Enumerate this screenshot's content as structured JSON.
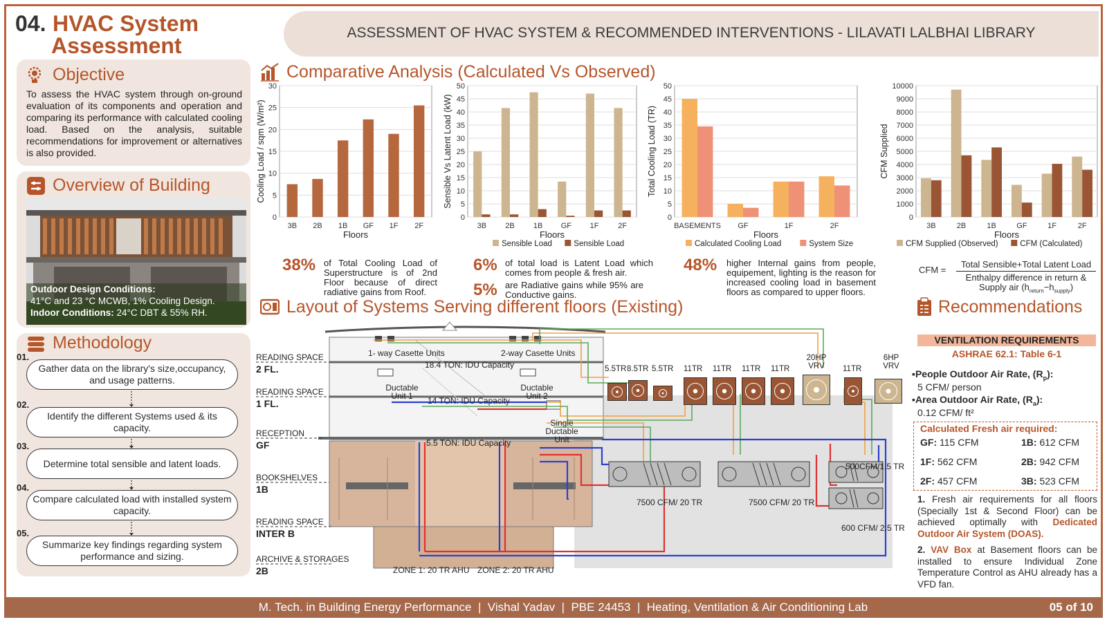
{
  "header": {
    "num": "04.",
    "title_line1": "HVAC System",
    "title_line2": "Assessment",
    "banner": "ASSESSMENT OF HVAC SYSTEM & RECOMMENDED INTERVENTIONS - LILAVATI LALBHAI LIBRARY"
  },
  "objective": {
    "title": "Objective",
    "text": "To assess the HVAC system through on-ground evaluation of its components and operation and comparing its performance with calculated cooling load. Based on the analysis, suitable recommendations for improvement or alternatives is also provided."
  },
  "overview": {
    "title": "Overview of Building",
    "outdoor_label": "Outdoor Design Conditions:",
    "outdoor_value": "41°C and 23 °C MCWB, 1% Cooling Design.",
    "indoor_label": "Indoor Conditions:",
    "indoor_value": "24°C DBT & 55% RH."
  },
  "methodology": {
    "title": "Methodology",
    "steps": [
      {
        "num": "01.",
        "text": "Gather data on the library's size,occupancy, and usage patterns."
      },
      {
        "num": "02.",
        "text": "Identify the different Systems used & its capacity."
      },
      {
        "num": "03.",
        "text": "Determine total sensible and latent loads."
      },
      {
        "num": "04.",
        "text": "Compare calculated load with installed system capacity."
      },
      {
        "num": "05.",
        "text": "Summarize key findings regarding system performance and sizing."
      }
    ]
  },
  "comparative": {
    "title": "Comparative Analysis (Calculated Vs Observed)",
    "stats": [
      {
        "big": "38%",
        "text": "of Total Cooling Load of Superstructure is of 2nd Floor because of direct radiative gains from Roof."
      },
      {
        "big": "6%",
        "text": "of total load is Latent Load which comes from people & fresh air."
      },
      {
        "big": "5%",
        "text": "are Radiative gains while 95% are Conductive gains."
      },
      {
        "big": "48%",
        "text": "higher Internal gains from people, equipement, lighting is the reason for increased cooling load in basement floors as compared to upper floors."
      }
    ],
    "cfm_formula": {
      "lhs": "CFM =",
      "num": "Total Sensible+Total Latent Load",
      "den1": "Enthalpy difference in return &",
      "den2": "Supply air (h",
      "sub1": "return",
      "sub2": "supply"
    }
  },
  "chart_data": [
    {
      "type": "bar",
      "ylabel": "Cooling Load / sqm (W/m²)",
      "xlabel": "Floors",
      "ylim": [
        0,
        30
      ],
      "yticks": [
        0,
        5,
        10,
        15,
        20,
        25,
        30
      ],
      "categories": [
        "3B",
        "2B",
        "1B",
        "GF",
        "1F",
        "2F"
      ],
      "series": [
        {
          "values": [
            7.5,
            8.7,
            17.5,
            22.3,
            19,
            25.5
          ],
          "color": "#b5673e"
        }
      ]
    },
    {
      "type": "bar",
      "ylabel": "Sensible Vs Latent Load (kW)",
      "xlabel": "Floors",
      "ylim": [
        0,
        50
      ],
      "yticks": [
        0,
        5,
        10,
        15,
        20,
        25,
        30,
        35,
        40,
        45,
        50
      ],
      "categories": [
        "3B",
        "2B",
        "1B",
        "GF",
        "1F",
        "2F"
      ],
      "series": [
        {
          "name": "Sensible Load",
          "values": [
            25,
            41.5,
            47.5,
            13.5,
            47,
            41.5
          ],
          "color": "#cdb58f"
        },
        {
          "name": "Sensible Load",
          "values": [
            1,
            1,
            3,
            0.5,
            2.5,
            2.5
          ],
          "color": "#9a5535"
        }
      ]
    },
    {
      "type": "bar",
      "ylabel": "Total Cooling Load (TR)",
      "xlabel": "Floors",
      "ylim": [
        0,
        50
      ],
      "yticks": [
        0,
        5,
        10,
        15,
        20,
        25,
        30,
        35,
        40,
        45,
        50
      ],
      "categories": [
        "BASEMENTS",
        "GF",
        "1F",
        "2F"
      ],
      "series": [
        {
          "name": "Calculated Cooling Load",
          "values": [
            45,
            5,
            13.5,
            15.5
          ],
          "color": "#f6b15e"
        },
        {
          "name": "System Size",
          "values": [
            34.5,
            3.5,
            13.5,
            12
          ],
          "color": "#ef9177"
        }
      ]
    },
    {
      "type": "bar",
      "ylabel": "CFM Supplied",
      "xlabel": "Floors",
      "ylim": [
        0,
        10000
      ],
      "yticks": [
        0,
        1000,
        2000,
        3000,
        4000,
        5000,
        6000,
        7000,
        8000,
        9000,
        10000
      ],
      "categories": [
        "3B",
        "2B",
        "1B",
        "GF",
        "1F",
        "2F"
      ],
      "series": [
        {
          "name": "CFM Supplied (Observed)",
          "values": [
            2950,
            9700,
            4350,
            2450,
            3300,
            4600
          ],
          "color": "#cdb58f"
        },
        {
          "name": "CFM (Calculated)",
          "values": [
            2800,
            4700,
            5300,
            1100,
            4050,
            3600
          ],
          "color": "#9a5535"
        }
      ]
    }
  ],
  "layout": {
    "title": "Layout of Systems Serving different floors (Existing)",
    "floors": [
      {
        "space": "READING SPACE",
        "floor": "2 FL."
      },
      {
        "space": "READING SPACE",
        "floor": "1 FL."
      },
      {
        "space": "RECEPTION",
        "floor": "GF"
      },
      {
        "space": "BOOKSHELVES",
        "floor": "1B"
      },
      {
        "space": "READING SPACE",
        "floor": "INTER B"
      },
      {
        "space": "ARCHIVE & STORAGES",
        "floor": "2B"
      }
    ],
    "labels": {
      "cassette1": "1- way Casette Units",
      "cassette2": "2-way Casette Units",
      "idu2fl": "18.4 TON: IDU Capacity",
      "duct1": "Ductable Unit 1",
      "duct2": "Ductable Unit 2",
      "idu1fl": "14 TON: IDU Capacity",
      "single": "Single Ductable Unit",
      "idugf": "5.5 TON: IDU Capacity",
      "zone1": "ZONE 1: 20 TR AHU",
      "zone2": "ZONE 2: 20 TR AHU",
      "ahu1": "7500 CFM/ 20 TR",
      "ahu2": "7500 CFM/ 20 TR",
      "cfm500": "500CFM/1.5 TR",
      "cfm600": "600 CFM/ 2.5 TR"
    },
    "odus": [
      "5.5TR",
      "8.5TR",
      "5.5TR",
      "11TR",
      "11TR",
      "11TR",
      "11TR",
      "20HP VRV",
      "11TR",
      "6HP VRV"
    ]
  },
  "recommendations": {
    "title": "Recommendations",
    "vent_req": "VENTILATION REQUIREMENTS",
    "ashrae": "ASHRAE 62.1: Table 6-1",
    "people_label": "People Outdoor Air Rate, (R",
    "people_sub": "p",
    "people_value": "5 CFM/ person",
    "area_label": "Area Outdoor Air Rate, (R",
    "area_sub": "a",
    "area_value": "0.12 CFM/ ft²",
    "fresh_title": "Calculated Fresh air required:",
    "fresh": [
      {
        "floor": "GF:",
        "value": "115 CFM"
      },
      {
        "floor": "1B:",
        "value": "612 CFM"
      },
      {
        "floor": "1F:",
        "value": "562 CFM"
      },
      {
        "floor": "2B:",
        "value": "942 CFM"
      },
      {
        "floor": "2F:",
        "value": "457 CFM"
      },
      {
        "floor": "3B:",
        "value": "523 CFM"
      }
    ],
    "rec1_num": "1.",
    "rec1_text": "Fresh air requirements for all floors (Specially 1st & Second Floor) can be achieved optimally with",
    "rec1_hl": "Dedicated Outdoor Air System (DOAS).",
    "rec2_num": "2.",
    "rec2_hl": "VAV Box",
    "rec2_text": "at Basement floors can be installed to ensure Individual Zone Temperature Control as AHU already has a VFD fan."
  },
  "footer": {
    "text": "M. Tech. in Building Energy Performance  |  Vishal Yadav  |  PBE 24453  |  Heating, Ventilation & Air Conditioning Lab",
    "page": "05 of 10"
  }
}
